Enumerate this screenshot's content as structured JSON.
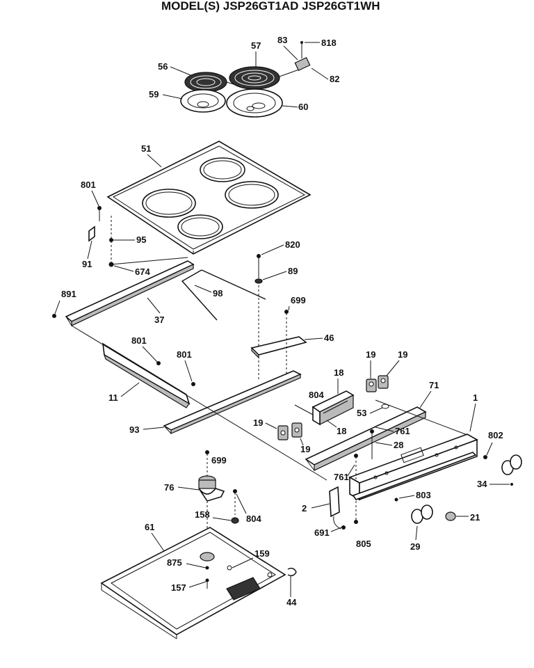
{
  "title": "MODEL(S) JSP26GT1AD  JSP26GT1WH",
  "labels": {
    "p56": "56",
    "p57": "57",
    "p83": "83",
    "p818": "818",
    "p82": "82",
    "p59": "59",
    "p60": "60",
    "p51": "51",
    "p801a": "801",
    "p95": "95",
    "p91": "91",
    "p674": "674",
    "p820": "820",
    "p89": "89",
    "p98": "98",
    "p891": "891",
    "p37": "37",
    "p699": "699",
    "p46": "46",
    "p801b": "801",
    "p801c": "801",
    "p11": "11",
    "p93": "93",
    "p19a": "19",
    "p19b": "19",
    "p18a": "18",
    "p804a": "804",
    "p18b": "18",
    "p71": "71",
    "p1": "1",
    "p53": "53",
    "p761a": "761",
    "p19c": "19",
    "p19d": "19",
    "p28": "28",
    "p802": "802",
    "p761b": "761",
    "p34": "34",
    "p699b": "699",
    "p76": "76",
    "p804b": "804",
    "p158": "158",
    "p2": "2",
    "p803": "803",
    "p61": "61",
    "p21": "21",
    "p691": "691",
    "p805": "805",
    "p29": "29",
    "p875": "875",
    "p159": "159",
    "p157": "157",
    "p44": "44"
  }
}
